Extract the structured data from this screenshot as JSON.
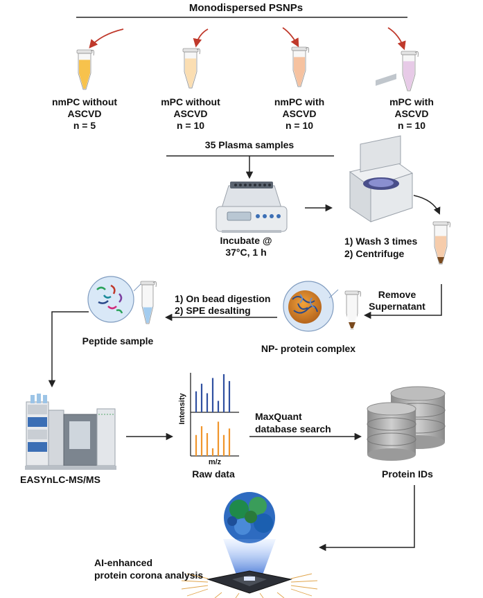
{
  "title": "Monodispersed PSNPs",
  "groups": [
    {
      "line1": "nmPC without",
      "line2": "ASCVD",
      "line3": "n = 5",
      "color": "#f7bf42"
    },
    {
      "line1": "mPC without",
      "line2": "ASCVD",
      "line3": "n = 10",
      "color": "#fbdcae"
    },
    {
      "line1": "nmPC with",
      "line2": "ASCVD",
      "line3": "n = 10",
      "color": "#f6bf9b"
    },
    {
      "line1": "mPC with",
      "line2": "ASCVD",
      "line3": "n = 10",
      "color": "#e6c7e6"
    }
  ],
  "plasma_label": "35 Plasma samples",
  "incubate": {
    "line1": "Incubate @",
    "line2": "37°C, 1 h"
  },
  "wash": {
    "line1": "1) Wash 3 times",
    "line2": "2) Centrifuge"
  },
  "remove": {
    "line1": "Remove",
    "line2": "Supernatant"
  },
  "complex_label": "NP- protein complex",
  "digestion": {
    "line1": "1) On bead digestion",
    "line2": "2) SPE desalting"
  },
  "peptide_label": "Peptide sample",
  "instrument_label": "EASYnLC-MS/MS",
  "raw": {
    "label": "Raw data",
    "ylabel": "Intensity",
    "xlabel": "m/z"
  },
  "search": {
    "line1": "MaxQuant",
    "line2": "database search"
  },
  "protein_ids": "Protein IDs",
  "ai": {
    "line1": "AI-enhanced",
    "line2": "protein corona analysis"
  },
  "colors": {
    "arrow_red": "#c0392b",
    "spectrum_blue": "#2f4fa0",
    "spectrum_orange": "#f0952b"
  },
  "chart_data": {
    "type": "bar",
    "series": [
      {
        "values": [
          0.55,
          0.75,
          0.5,
          0.9,
          0.3,
          1.0,
          0.82
        ]
      },
      {
        "values": [
          0.55,
          0.78,
          0.6,
          0.2,
          0.9,
          0.55,
          0.72
        ]
      }
    ]
  }
}
